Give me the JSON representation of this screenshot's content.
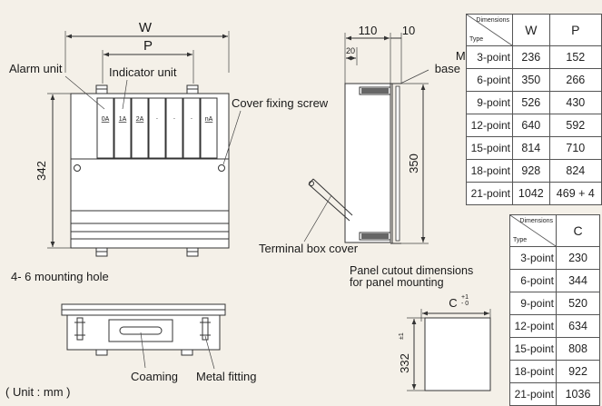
{
  "front_view": {
    "W": "W",
    "P": "P",
    "alarm_unit": "Alarm unit",
    "indicator_unit": "Indicator unit",
    "cover_fixing_screw": "Cover fixing screw",
    "height_342": "342",
    "mounting_hole": "4-   6 mounting hole",
    "slots": [
      "0A",
      "1A",
      "2A",
      "·",
      "·",
      "·",
      "nA"
    ]
  },
  "side_view": {
    "dim_110": "110",
    "dim_10": "10",
    "dim_20": "20",
    "dim_350": "350",
    "mounting_base": "Mounting\nbase",
    "terminal_box_cover": "Terminal box cover"
  },
  "bottom_view": {
    "coaming": "Coaming",
    "metal_fitting": "Metal fitting",
    "unit": "( Unit : mm )"
  },
  "cutout": {
    "title": "Panel cutout dimensions\nfor panel mounting",
    "c_label": "C",
    "c_tol": "+1\n- 0",
    "h_label": "332",
    "h_tol": "±1"
  },
  "table1": {
    "corner_top": "Dimensions",
    "corner_bottom": "Type",
    "columns": [
      "W",
      "P"
    ],
    "rows": [
      {
        "type": "3-point",
        "W": "236",
        "P": "152"
      },
      {
        "type": "6-point",
        "W": "350",
        "P": "266"
      },
      {
        "type": "9-point",
        "W": "526",
        "P": "430"
      },
      {
        "type": "12-point",
        "W": "640",
        "P": "592"
      },
      {
        "type": "15-point",
        "W": "814",
        "P": "710"
      },
      {
        "type": "18-point",
        "W": "928",
        "P": "824"
      },
      {
        "type": "21-point",
        "W": "1042",
        "P": "469 + 4"
      }
    ]
  },
  "table2": {
    "corner_top": "Dimensions",
    "corner_bottom": "Type",
    "columns": [
      "C"
    ],
    "rows": [
      {
        "type": "3-point",
        "C": "230"
      },
      {
        "type": "6-point",
        "C": "344"
      },
      {
        "type": "9-point",
        "C": "520"
      },
      {
        "type": "12-point",
        "C": "634"
      },
      {
        "type": "15-point",
        "C": "808"
      },
      {
        "type": "18-point",
        "C": "922"
      },
      {
        "type": "21-point",
        "C": "1036"
      }
    ]
  }
}
